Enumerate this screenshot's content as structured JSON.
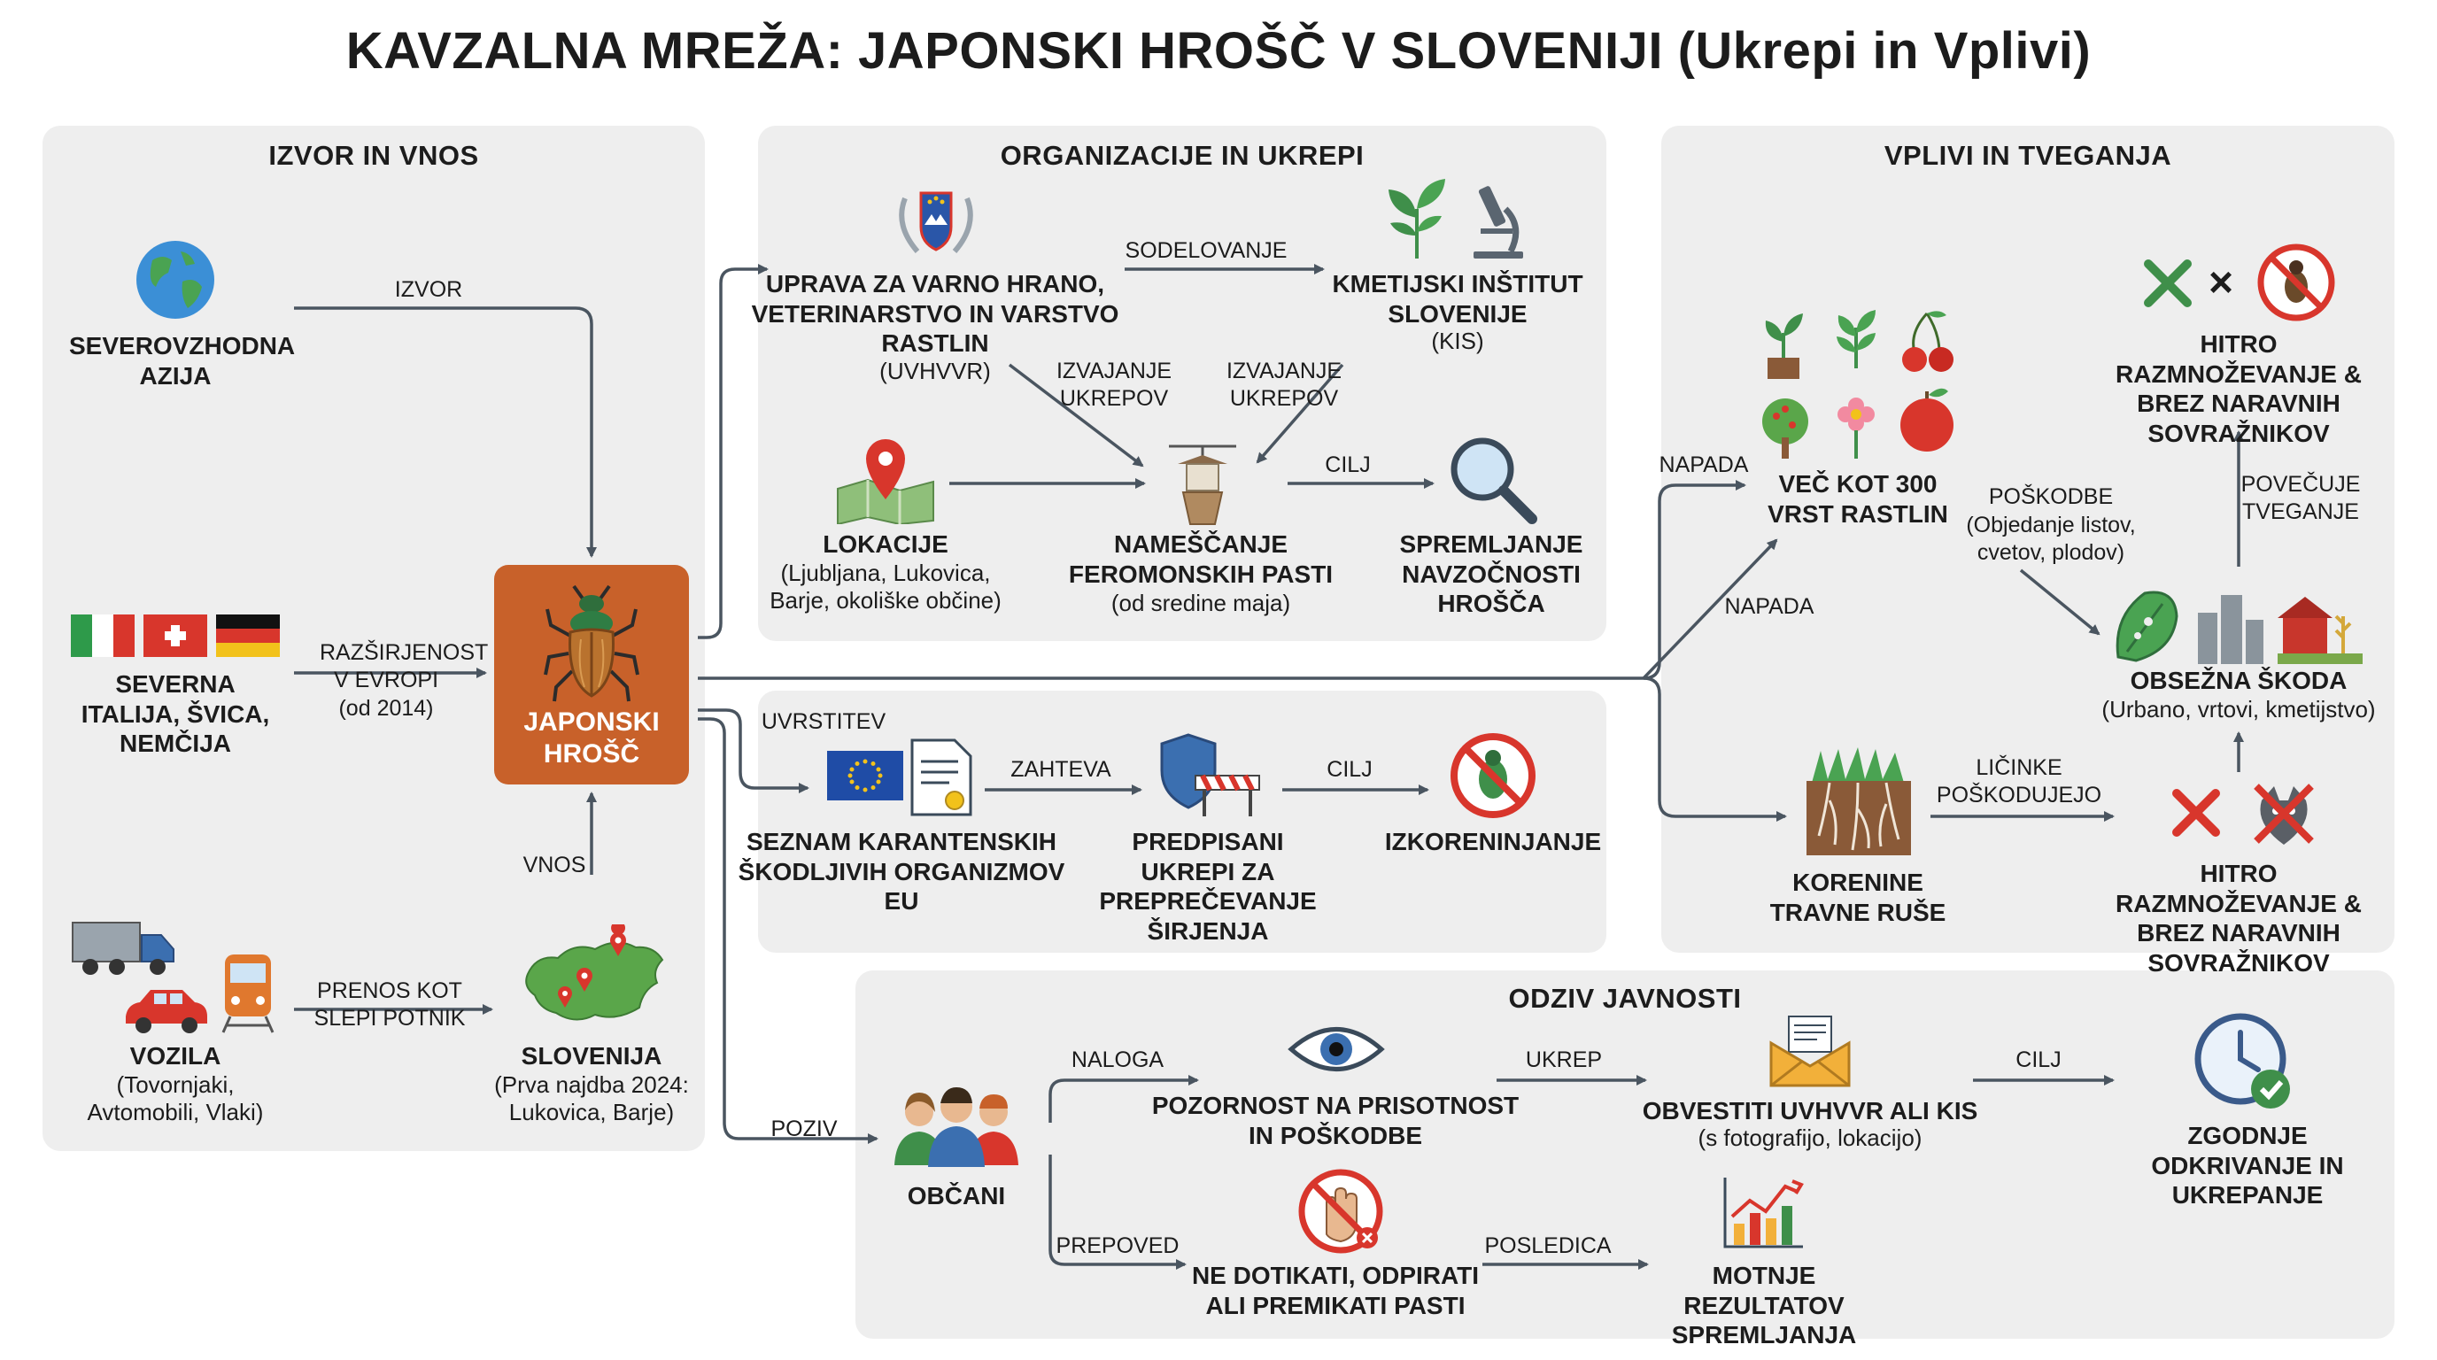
{
  "title": "KAVZALNA MREŽA: JAPONSKI HROŠČ V SLOVENIJI (Ukrepi in Vplivi)",
  "panels": {
    "source": "IZVOR IN VNOS",
    "orgs": "ORGANIZACIJE IN UKREPI",
    "impacts": "VPLIVI IN TVEGANJA",
    "public": "ODZIV JAVNOSTI"
  },
  "center": {
    "label": "JAPONSKI HROŠČ"
  },
  "nodes": {
    "asia": "SEVEROVZHODNA AZIJA",
    "countries": "SEVERNA ITALIJA, ŠVICA, NEMČIJA",
    "vehicles": "VOZILA",
    "vehicles_sub": "(Tovornjaki, Avtomobili, Vlaki)",
    "slovenia": "SLOVENIJA",
    "slovenia_sub": "(Prva najdba 2024: Lukovica, Barje)",
    "uvhvvr": "UPRAVA ZA VARNO HRANO, VETERINARSTVO IN VARSTVO RASTLIN",
    "uvhvvr_sub": "(UVHVVR)",
    "kis": "KMETIJSKI INŠTITUT SLOVENIJE",
    "kis_sub": "(KIS)",
    "locations": "LOKACIJE",
    "locations_sub": "(Ljubljana, Lukovica, Barje, okoliške občine)",
    "traps": "NAMEŠČANJE FEROMONSKIH PASTI",
    "traps_sub": "(od sredine maja)",
    "monitoring": "SPREMLJANJE NAVZOČNOSTI HROŠČA",
    "eulist": "SEZNAM KARANTENSKIH ŠKODLJIVIH ORGANIZMOV EU",
    "measures": "PREDPISANI UKREPI ZA PREPREČEVANJE ŠIRJENJA",
    "eradication": "IZKORENINJANJE",
    "plants": "VEČ KOT 300 VRST RASTLIN",
    "rapid_top": "HITRO RAZMNOŽEVANJE & BREZ NARAVNIH SOVRAŽNIKOV",
    "damage": "OBSEŽNA ŠKODA",
    "damage_sub": "(Urbano, vrtovi, kmetijstvo)",
    "roots": "KORENINE TRAVNE RUŠE",
    "rapid_bottom": "HITRO RAZMNOŽEVANJE & BREZ NARAVNIH SOVRAŽNIKOV",
    "citizens": "OBČANI",
    "attention": "POZORNOST NA PRISOTNOST IN POŠKODBE",
    "inform": "OBVESTITI UVHVVR ALI KIS",
    "inform_sub": "(s fotografijo, lokacijo)",
    "early": "ZGODNJE ODKRIVANJE IN UKREPANJE",
    "donttouch": "NE DOTIKATI, ODPIRATI ALI PREMIKATI PASTI",
    "disturb": "MOTNJE REZULTATOV SPREMLJANJA"
  },
  "edges": {
    "izvor": "IZVOR",
    "spread": "RAZŠIRJENOST V EVROPI (od 2014)",
    "vnos": "VNOS",
    "transfer": "PRENOS KOT SLEPI POTNIK",
    "cooperation": "SODELOVANJE",
    "impl1": "IZVAJANJE UKREPOV",
    "impl2": "IZVAJANJE UKREPOV",
    "cilj1": "CILJ",
    "listing": "UVRSTITEV",
    "requires": "ZAHTEVA",
    "cilj2": "CILJ",
    "attacks1": "NAPADA",
    "attacks2": "NAPADA",
    "damages": "POŠKODBE",
    "damages_sub": "(Objedanje listov, cvetov, plodov)",
    "increases": "POVEČUJE TVEGANJE",
    "larvae": "LIČINKE POŠKODUJEJO",
    "call": "POZIV",
    "task": "NALOGA",
    "measure": "UKREP",
    "cilj3": "CILJ",
    "ban": "PREPOVED",
    "consequence": "POSLEDICA"
  },
  "colors": {
    "center": "#c8612a",
    "panel": "#eeeeee",
    "arrow": "#4a5560",
    "red": "#d9342b",
    "green": "#3f8f4a"
  }
}
